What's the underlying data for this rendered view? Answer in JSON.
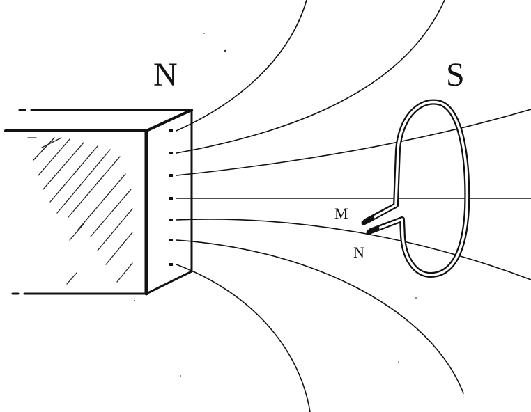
{
  "labels": {
    "magnet_pole": "N",
    "far_pole": "S",
    "lead_upper": "M",
    "lead_lower": "N"
  },
  "colors": {
    "ink": "#111111",
    "paper": "#ffffff"
  }
}
